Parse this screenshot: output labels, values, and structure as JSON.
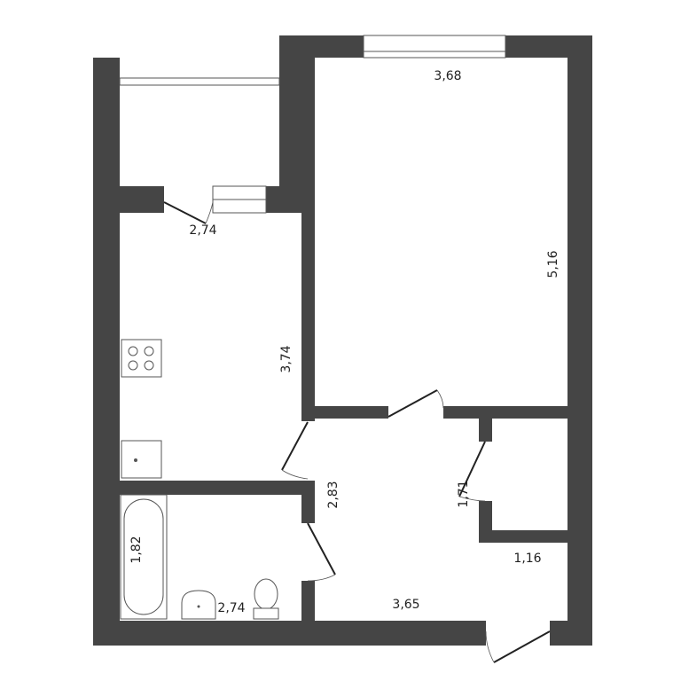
{
  "colors": {
    "wall": "#454545",
    "floor": "#ffffff"
  },
  "dimensions": {
    "bedroom_width": "3,68",
    "bedroom_length": "5,16",
    "balcony_width": "2,74",
    "kitchen_length": "3,74",
    "hall_width": "2,83",
    "closet_length": "1,71",
    "closet_width": "1,16",
    "hall_length": "3,65",
    "bath_length": "1,82",
    "bath_width": "2,74"
  },
  "fixtures": [
    "stove-icon",
    "sink-icon",
    "bathtub-icon",
    "washbasin-icon",
    "toilet-icon"
  ]
}
